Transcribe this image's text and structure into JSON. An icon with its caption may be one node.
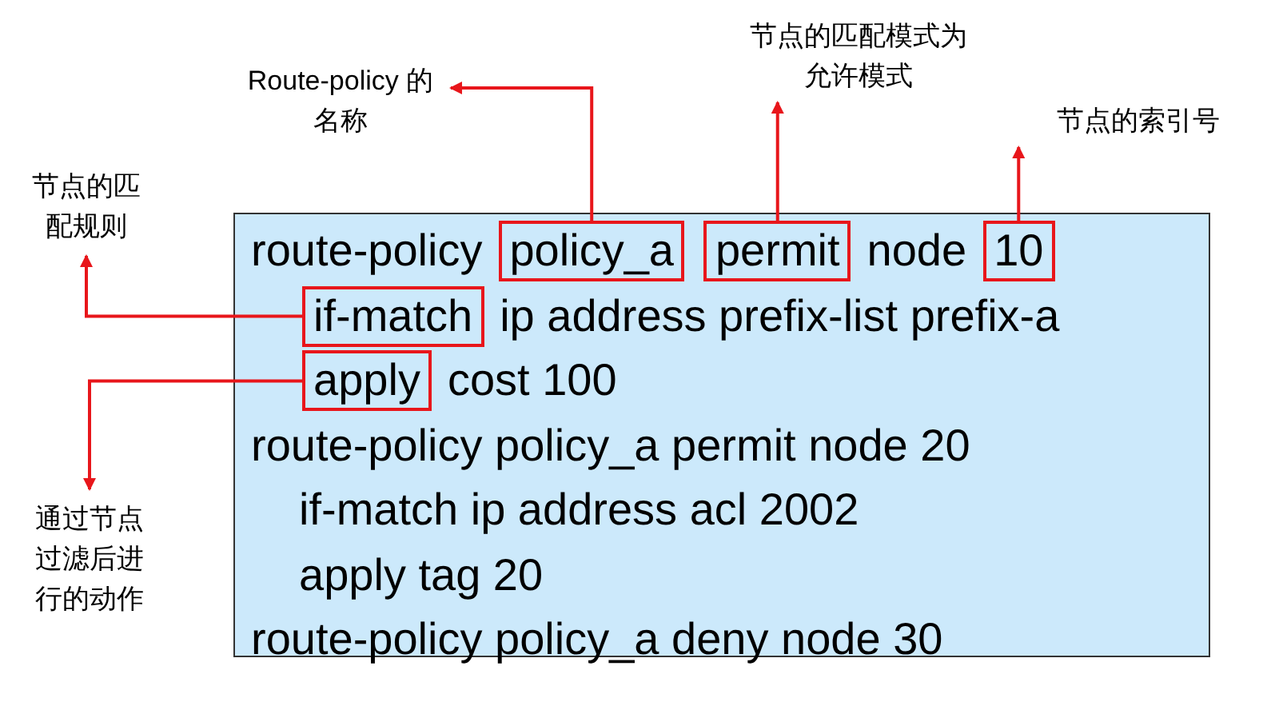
{
  "diagram": {
    "nodes": [
      {
        "text": [
          "route-policy",
          "node",
          "ip address prefix-list prefix-a",
          "cost 100",
          "route-policy policy_a permit node 20",
          "if-match ip address acl 2002",
          "apply tag 20",
          "route-policy policy_a deny node 30"
        ]
      },
      {
        "text": [
          "policy_a"
        ],
        "in": 0
      },
      {
        "text": [
          "permit"
        ],
        "in": 0
      },
      {
        "text": [
          "10"
        ],
        "in": 0
      },
      {
        "text": [
          "if-match"
        ],
        "in": 0
      },
      {
        "text": [
          "apply"
        ],
        "in": 0
      },
      {
        "text": [
          "Route-policy 的名称"
        ]
      },
      {
        "text": [
          "节点的匹配模式为允许模式"
        ]
      },
      {
        "text": [
          "节点的索引号"
        ]
      },
      {
        "text": [
          "节点的匹配规则"
        ]
      },
      {
        "text": [
          "通过节点过滤后进行的动作"
        ]
      }
    ],
    "edges": [
      {
        "from": 1,
        "to": 6,
        "arrow": "to"
      },
      {
        "from": 2,
        "to": 7,
        "arrow": "to"
      },
      {
        "from": 3,
        "to": 8,
        "arrow": "to"
      },
      {
        "from": 4,
        "to": 9,
        "arrow": "to"
      },
      {
        "from": 5,
        "to": 10,
        "arrow": "to"
      }
    ]
  }
}
